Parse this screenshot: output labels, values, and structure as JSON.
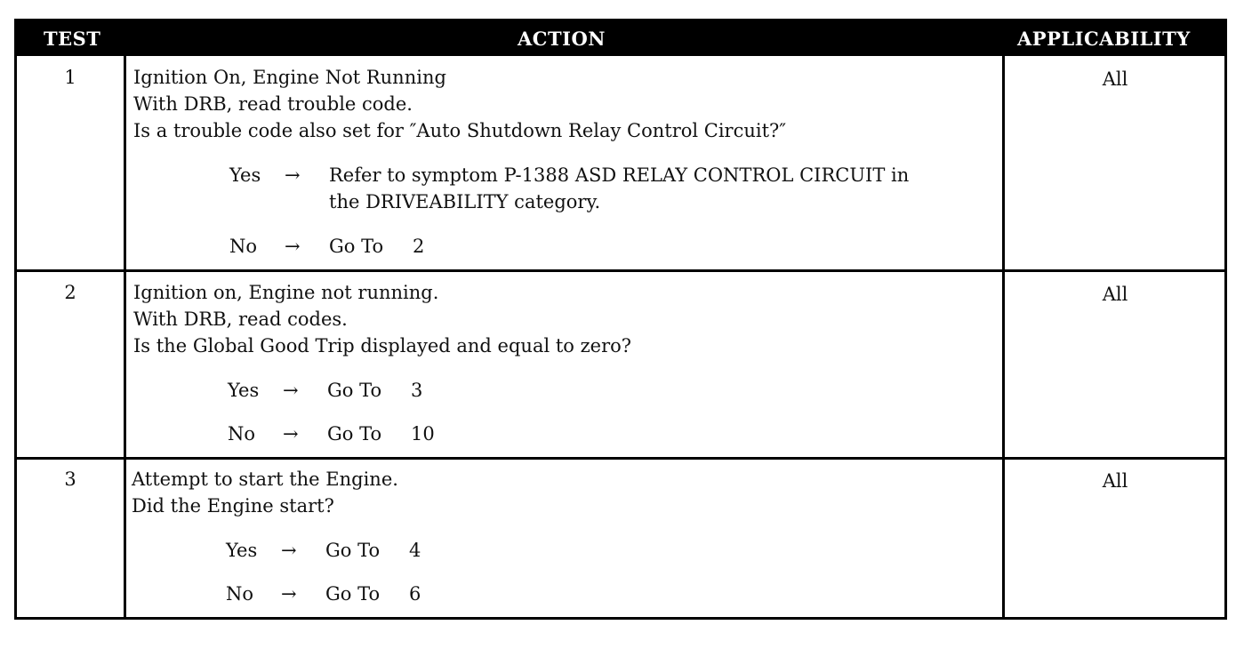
{
  "header": {
    "test": "TEST",
    "action": "ACTION",
    "applicability": "APPLICABILITY"
  },
  "rows": [
    {
      "test": "1",
      "lines": [
        "Ignition On, Engine Not Running",
        "With DRB, read trouble code.",
        "Is a trouble code also set for ″Auto Shutdown Relay Control Circuit?″"
      ],
      "yes_label": "Yes",
      "arrow": "→",
      "yes_text_line1": "Refer to symptom P-1388 ASD RELAY CONTROL CIRCUIT in",
      "yes_text_line2": "the DRIVEABILITY category.",
      "no_label": "No",
      "no_goto": "Go To",
      "no_num": "2",
      "applicability": "All"
    },
    {
      "test": "2",
      "lines": [
        "Ignition on, Engine not running.",
        "With DRB, read codes.",
        "Is the Global Good Trip displayed and equal to zero?"
      ],
      "yes_label": "Yes",
      "yes_goto": "Go To",
      "yes_num": "3",
      "no_label": "No",
      "no_goto": "Go To",
      "no_num": "10",
      "arrow": "→",
      "applicability": "All"
    },
    {
      "test": "3",
      "lines": [
        "Attempt to start the Engine.",
        "Did the Engine start?"
      ],
      "yes_label": "Yes",
      "yes_goto": "Go To",
      "yes_num": "4",
      "no_label": "No",
      "no_goto": "Go To",
      "no_num": "6",
      "arrow": "→",
      "applicability": "All"
    }
  ]
}
